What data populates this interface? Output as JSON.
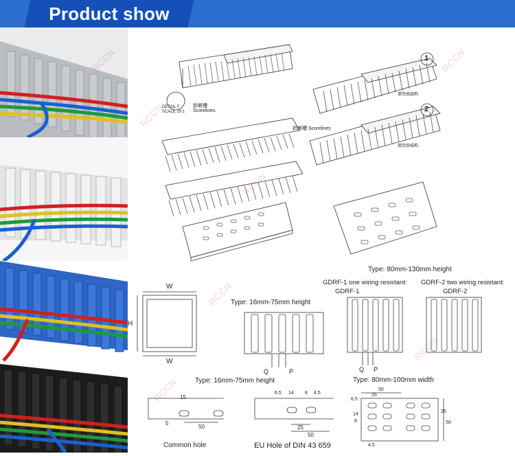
{
  "banner": {
    "title": "Product show"
  },
  "watermark": "RCCN",
  "photos": [
    {
      "name": "grey-duct-photo",
      "color": "#c9cccf"
    },
    {
      "name": "white-duct-photo",
      "color": "#eeeeee"
    },
    {
      "name": "blue-duct-photo",
      "color": "#3c78d8"
    },
    {
      "name": "black-duct-photo",
      "color": "#262626"
    }
  ],
  "labels": {
    "detail_f": "DETAIL F",
    "scale": "SCALE 10:1",
    "scoreline_cn": "折断槽",
    "scorelines": "Scorelines",
    "scorelines2": "折断槽 Scorelines",
    "num1": "1",
    "num2": "2",
    "single_cn": "单完齿结构",
    "double_cn": "双完齿结构",
    "type_80_130": "Type:  80mm-130mm height",
    "gdrf1_desc": "GDRF-1 one wiring resistant:",
    "gdrf2_desc": "GDRF-2  two wiring resistant:",
    "gdrf1": "GDRF-1",
    "gdrf2": "GDRF-2",
    "w_top": "W",
    "w_bottom": "W",
    "h": "H",
    "type_16_75_top": "Type:  16mm-75mm height",
    "q": "Q",
    "p": "P",
    "q2": "Q",
    "p2": "P",
    "type_16_75_bottom": "Type:  16mm-75mm height",
    "type_80_100w": "Type:  80mm-100mm width",
    "d15": "15",
    "d5": "5",
    "d50a": "50",
    "d6_5": "6.5",
    "d14": "14",
    "d8": "8",
    "d4_5": "4.5",
    "d25": "25",
    "d50b": "50",
    "d50c": "50",
    "d25b": "25",
    "d6_5b": "6.5",
    "d14b": "14",
    "d8b": "8",
    "d25c": "25",
    "d50d": "50",
    "d4_5b": "4.5",
    "common_hole": "Common hole",
    "eu_hole": "EU Hole of DIN 43 659"
  }
}
